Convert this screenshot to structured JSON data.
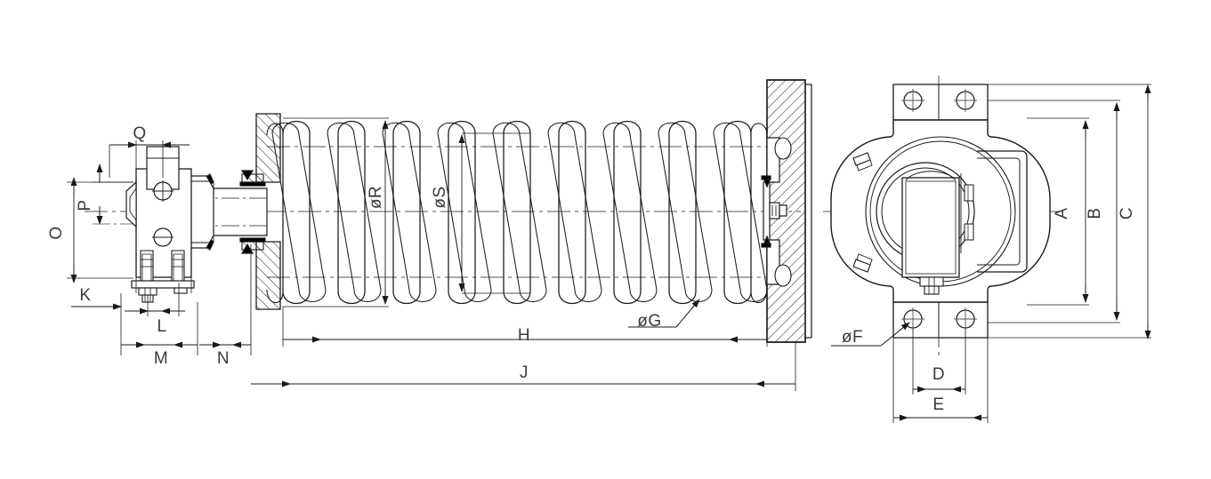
{
  "drawing": {
    "title": "Hydraulic buffer / spring damper assembly engineering drawing",
    "background_color": "#ffffff",
    "line_color": "#1a1a1a",
    "text_color": "#3a3a3a",
    "sheet_width": 1361,
    "sheet_height": 539
  },
  "views": {
    "side_view": {
      "name": "longitudinal-section-view",
      "description": "Coil spring buffer with rod-end fitting on left and mounting flange on right"
    },
    "end_view": {
      "name": "end-elevation-view",
      "description": "Front/end view showing round housing body with top and bottom mounting flanges"
    }
  },
  "dimension_labels": {
    "A": "A",
    "B": "B",
    "C": "C",
    "D": "D",
    "E": "E",
    "F": "øF",
    "G": "øG",
    "H": "H",
    "J": "J",
    "K": "K",
    "L": "L",
    "M": "M",
    "N": "N",
    "O": "O",
    "P": "P",
    "Q": "Q",
    "R": "øR",
    "S": "øS"
  },
  "spring": {
    "turns": 9,
    "label_outer_diameter": "øR",
    "label_inner_diameter": "øS",
    "label_wire_diameter": "øG"
  },
  "end_view_details": {
    "bolt_hole_label": "øF",
    "bolt_spacing_label": "D",
    "flange_width_label": "E",
    "height_labels": [
      "A",
      "B",
      "C"
    ],
    "top_bolt_holes": 2,
    "bottom_bolt_holes": 2
  },
  "left_fitting_details": {
    "vertical_dims": [
      "O",
      "P"
    ],
    "horizontal_dims": [
      "Q",
      "K",
      "L",
      "M",
      "N"
    ]
  },
  "overall_dims": {
    "spring_length_label": "H",
    "total_length_label": "J"
  }
}
